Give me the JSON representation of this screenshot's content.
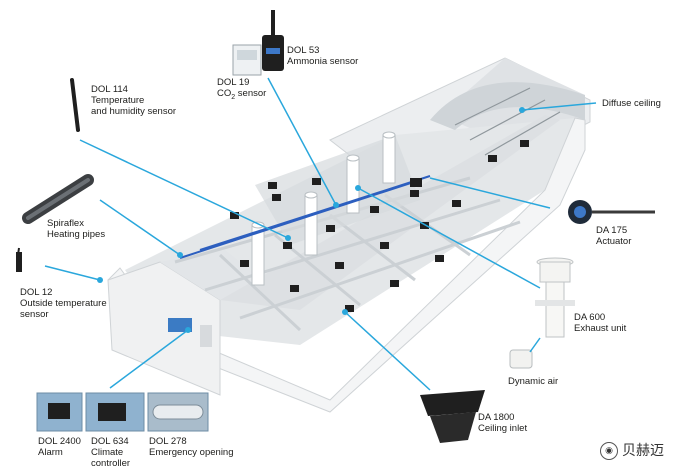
{
  "labels": {
    "dol53": "DOL 53\nAmmonia sensor",
    "dol19_a": "DOL 19",
    "dol19_b": "CO",
    "dol19_sub": "2",
    "dol19_c": " sensor",
    "dol114": "DOL 114\nTemperature\nand humidity sensor",
    "spiraflex": "Spiraflex\nHeating pipes",
    "dol12": "DOL 12\nOutside temperature\nsensor",
    "diffuse": "Diffuse ceiling",
    "da175": "DA 175\nActuator",
    "da600": "DA 600\nExhaust unit",
    "dynamic": "Dynamic air",
    "da1800": "DA 1800\nCeiling inlet",
    "dol2400": "DOL 2400\nAlarm",
    "dol634": "DOL 634\nClimate\ncontroller",
    "dol278": "DOL 278\nEmergency opening"
  },
  "watermark": "贝赫迈",
  "colors": {
    "leader": "#2aa7dc",
    "barn": "#f2f3f4",
    "barnShade": "#d9dcdf",
    "inner": "#e6e8ea",
    "device": "#1f1f1f",
    "panel": "#8fb2cf"
  }
}
